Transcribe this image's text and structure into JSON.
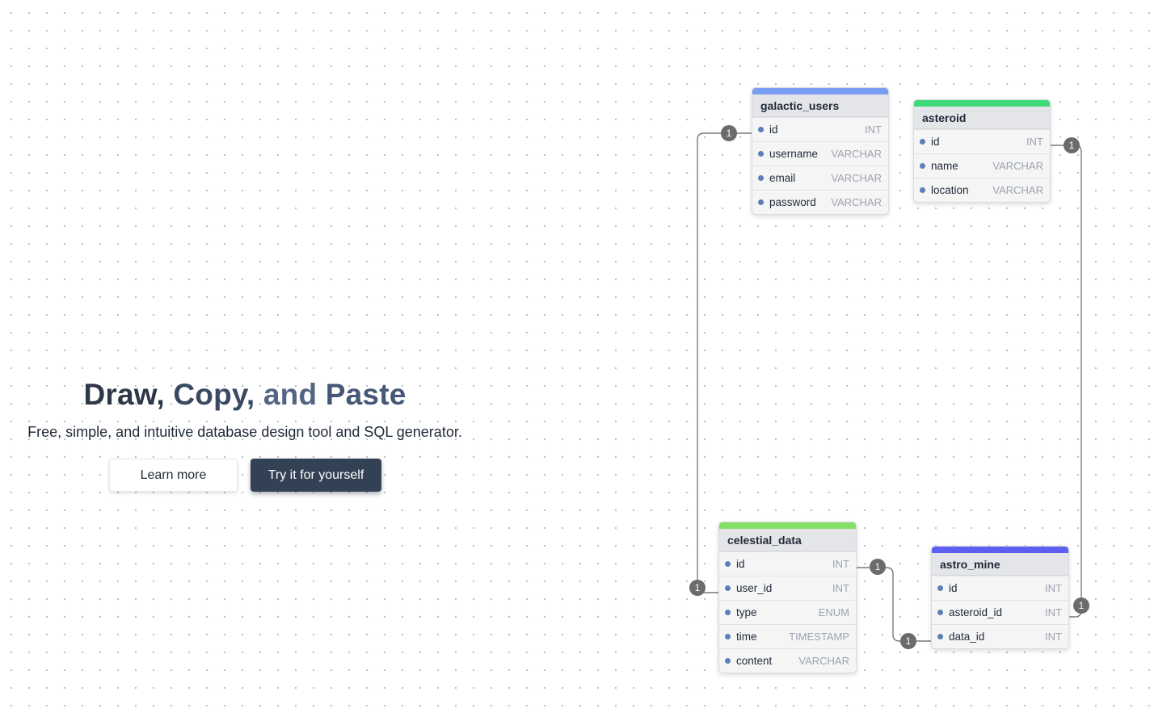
{
  "hero": {
    "title_words": [
      "Draw,",
      "Copy,",
      "and",
      "Paste"
    ],
    "subtitle": "Free, simple, and intuitive database design tool and SQL generator.",
    "learn_more": "Learn more",
    "try_it": "Try it for yourself"
  },
  "tables": [
    {
      "id": "galactic_users",
      "name": "galactic_users",
      "color": "#7b9cf3",
      "fields": [
        {
          "name": "id",
          "type": "INT"
        },
        {
          "name": "username",
          "type": "VARCHAR"
        },
        {
          "name": "email",
          "type": "VARCHAR"
        },
        {
          "name": "password",
          "type": "VARCHAR"
        }
      ]
    },
    {
      "id": "asteroid",
      "name": "asteroid",
      "color": "#3fd97a",
      "fields": [
        {
          "name": "id",
          "type": "INT"
        },
        {
          "name": "name",
          "type": "VARCHAR"
        },
        {
          "name": "location",
          "type": "VARCHAR"
        }
      ]
    },
    {
      "id": "celestial_data",
      "name": "celestial_data",
      "color": "#84e066",
      "fields": [
        {
          "name": "id",
          "type": "INT"
        },
        {
          "name": "user_id",
          "type": "INT"
        },
        {
          "name": "type",
          "type": "ENUM"
        },
        {
          "name": "time",
          "type": "TIMESTAMP"
        },
        {
          "name": "content",
          "type": "VARCHAR"
        }
      ]
    },
    {
      "id": "astro_mine",
      "name": "astro_mine",
      "color": "#5e5ef0",
      "fields": [
        {
          "name": "id",
          "type": "INT"
        },
        {
          "name": "asteroid_id",
          "type": "INT"
        },
        {
          "name": "data_id",
          "type": "INT"
        }
      ]
    }
  ],
  "relations": [
    {
      "from": "galactic_users.id",
      "to": "celestial_data.user_id",
      "from_card": "1",
      "to_card": "1"
    },
    {
      "from": "asteroid.id",
      "to": "astro_mine.asteroid_id",
      "from_card": "1",
      "to_card": "1"
    },
    {
      "from": "celestial_data.id",
      "to": "astro_mine.data_id",
      "from_card": "1",
      "to_card": "1"
    }
  ]
}
